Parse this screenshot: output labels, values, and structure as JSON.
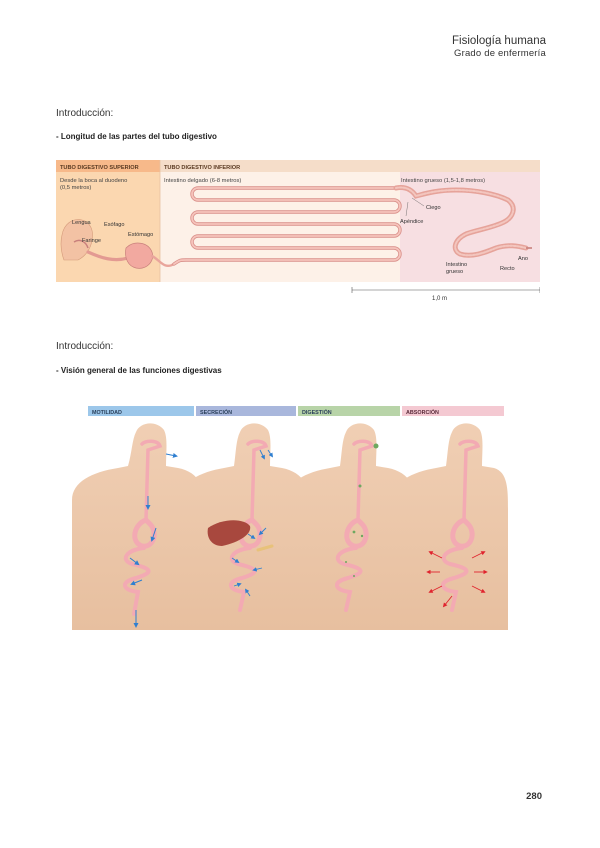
{
  "header": {
    "title": "Fisiología humana",
    "subtitle": "Grado de enfermería"
  },
  "section1": {
    "heading": "Introducción:",
    "subheading": "- Longitud de las partes del tubo digestivo",
    "figure": {
      "upper_header": "TUBO DIGESTIVO SUPERIOR",
      "lower_header": "TUBO DIGESTIVO INFERIOR",
      "upper_desc_1": "Desde la boca al duodeno",
      "upper_desc_2": "(0,5 metros)",
      "small_intestine_label": "Intestino delgado (6-8 metros)",
      "large_intestine_label": "Intestino grueso (1,5-1,8 metros)",
      "label_lengua": "Lengua",
      "label_faringe": "Faringe",
      "label_esofago": "Esófago",
      "label_estomago": "Estómago",
      "label_ciego": "Ciego",
      "label_apendice": "Apéndice",
      "label_intestino": "Intestino",
      "label_grueso": "grueso",
      "label_recto": "Recto",
      "label_ano": "Ano",
      "scale": "1,0 m"
    }
  },
  "section2": {
    "heading": "Introducción:",
    "subheading": "- Visión general de las funciones digestivas",
    "figure": {
      "panels": [
        "MOTILIDAD",
        "SECRECIÓN",
        "DIGESTIÓN",
        "ABSORCIÓN"
      ],
      "colors": {
        "motilidad": "#9cc7ea",
        "secrecion": "#a9b7dc",
        "digestion": "#b8d4a8",
        "absorcion": "#f4c9d2"
      }
    }
  },
  "page_number": "280"
}
